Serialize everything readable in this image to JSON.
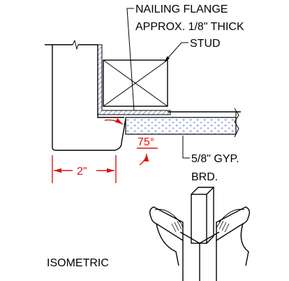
{
  "labels": {
    "nailing_flange": "NAILING FLANGE",
    "flange_thickness": "APPROX. 1/8\" THICK",
    "stud": "STUD",
    "gyp_board_line1": "5/8\" GYP.",
    "gyp_board_line2": "BRD.",
    "angle": "75°",
    "dimension": "2\"",
    "isometric": "ISOMETRIC"
  },
  "colors": {
    "line": "#000000",
    "annotation": "#e01010",
    "hatch": "#3a5bd0"
  }
}
